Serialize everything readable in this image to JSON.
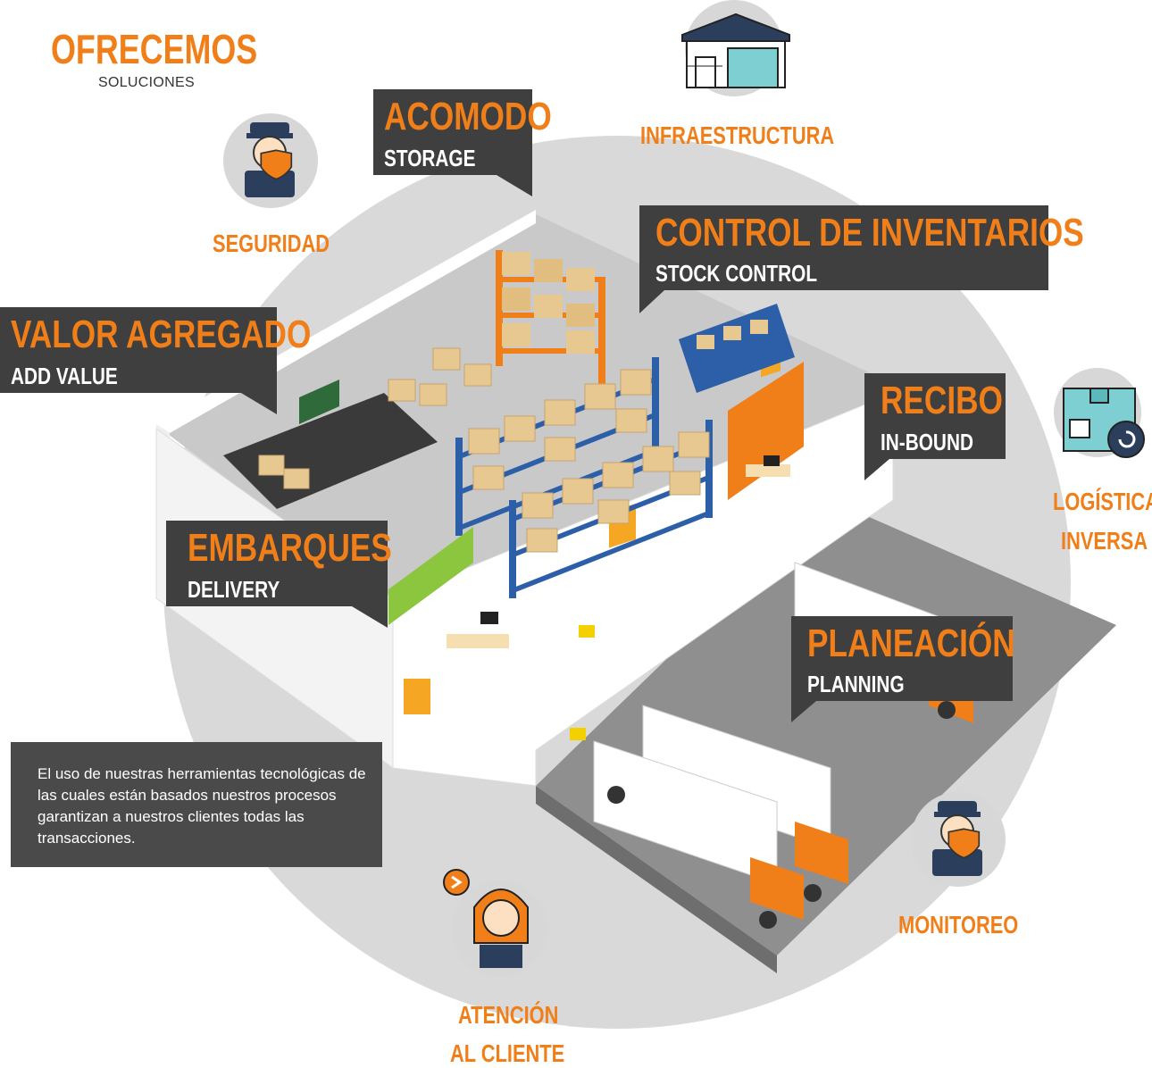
{
  "header": {
    "title": "OFRECEMOS",
    "subtitle": "SOLUCIONES"
  },
  "labels": {
    "acomodo": {
      "main": "ACOMODO",
      "sub": "STORAGE"
    },
    "control": {
      "main": "CONTROL DE INVENTARIOS",
      "sub": "STOCK CONTROL"
    },
    "valor": {
      "main": "VALOR AGREGADO",
      "sub": "ADD VALUE"
    },
    "recibo": {
      "main": "RECIBO",
      "sub": "IN-BOUND"
    },
    "embarques": {
      "main": "EMBARQUES",
      "sub": "DELIVERY"
    },
    "planeacion": {
      "main": "PLANEACIÓN",
      "sub": "PLANNING"
    }
  },
  "icons": {
    "seguridad": {
      "label": "SEGURIDAD",
      "icon": "security-guard-icon"
    },
    "infraestructura": {
      "label": "INFRAESTRUCTURA",
      "icon": "warehouse-building-icon"
    },
    "logistica": {
      "label_line1": "LOGÍSTICA",
      "label_line2": "INVERSA",
      "icon": "return-package-icon"
    },
    "monitoreo": {
      "label": "MONITOREO",
      "icon": "security-guard-icon"
    },
    "atencion": {
      "label_line1": "ATENCIÓN",
      "label_line2": "AL CLIENTE",
      "icon": "customer-service-agent-icon"
    }
  },
  "info": {
    "text": "El uso de nuestras herramientas tecnológicas de las cuales están basados nuestros procesos garantizan a nuestros clientes todas las transacciones."
  },
  "colors": {
    "accent": "#f07f1a",
    "dark_box": "#3f3f3f",
    "circle": "#d9d9d9",
    "rack_blue": "#2c5fa8",
    "box_tan": "#e8c891"
  }
}
